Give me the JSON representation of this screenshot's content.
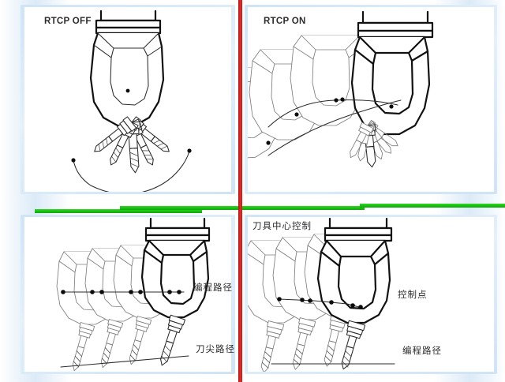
{
  "diagram": {
    "title_semantic": "RTCP tool center point control comparison diagram",
    "colors": {
      "divider_vertical": "#d61f1f",
      "divider_horizontal": "#23c61a",
      "panel_background": "#ffffff",
      "frame_blue": "#cfe4f6",
      "line_dark": "#2b2b2b",
      "line_bold": "#111111",
      "line_gray": "#7d7d7d"
    }
  },
  "quadrants": {
    "top_left": {
      "label": "RTCP OFF",
      "machine_icon": "spindle-head-icon",
      "path_icon": "arc-tool-path-icon"
    },
    "top_right": {
      "label": "RTCP ON",
      "machine_icon": "spindle-head-icon",
      "path_icon": "arc-tool-path-icon"
    },
    "bottom_left": {
      "label_programmed_path": "编程路径",
      "label_tool_tip_path": "刀尖路径",
      "machine_icon": "spindle-head-icon",
      "path_icon": "linear-tool-path-icon"
    },
    "bottom_right": {
      "label_title": "刀具中心控制",
      "label_control_point": "控制点",
      "label_programmed_path": "编程路径",
      "machine_icon": "spindle-head-icon",
      "path_icon": "linear-tool-path-icon"
    }
  }
}
